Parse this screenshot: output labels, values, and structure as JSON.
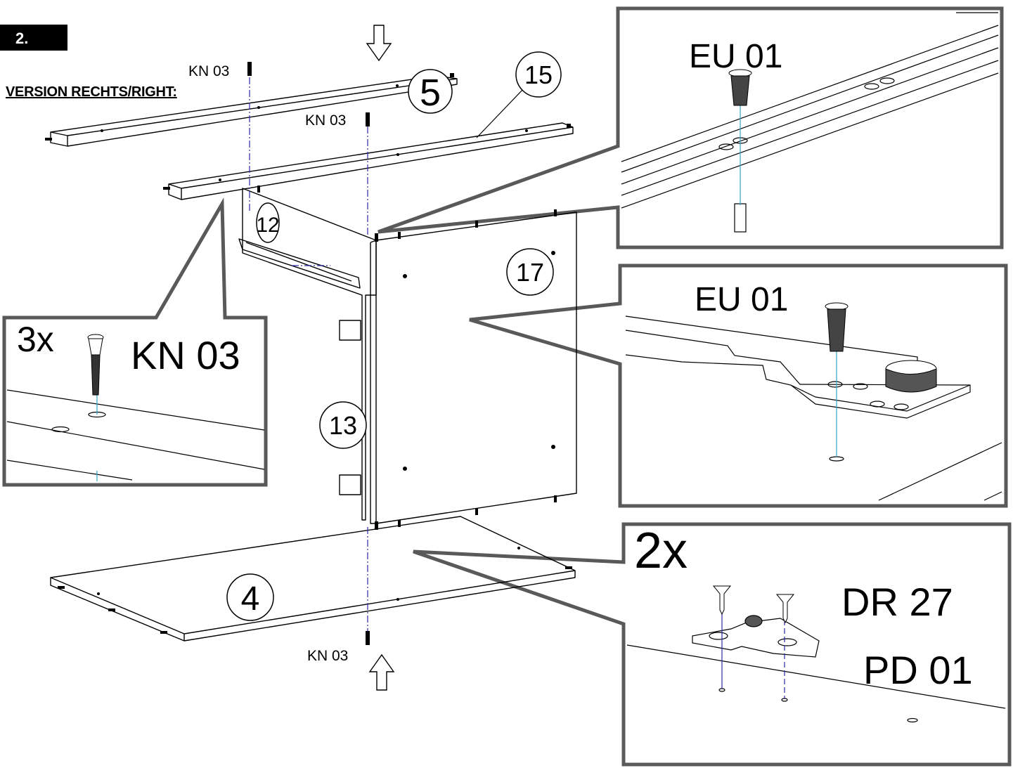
{
  "step": "2.",
  "version_label": "VERSION RECHTS/RIGHT:",
  "part_numbers": {
    "p5": "5",
    "p15": "15",
    "p12": "12",
    "p17": "17",
    "p13": "13",
    "p4": "4"
  },
  "hardware_labels": {
    "kn_top_left": "KN 03",
    "kn_top_mid": "KN 03",
    "kn_bottom": "KN 03"
  },
  "detail_top_right": {
    "label": "EU 01"
  },
  "detail_mid_right": {
    "label": "EU 01"
  },
  "detail_left": {
    "quantity": "3x",
    "label": "KN 03"
  },
  "detail_bottom_right": {
    "quantity": "2x",
    "label_a": "DR 27",
    "label_b": "PD 01"
  },
  "colors": {
    "outline": "#000000",
    "callout_frame": "#595959",
    "dash_axis": "#2a2aa8",
    "cyan_axis": "#33a6c8"
  }
}
